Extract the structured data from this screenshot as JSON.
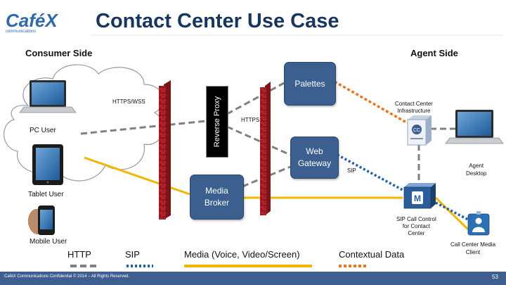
{
  "header": {
    "logo": "CaféX",
    "logo_sub": "communications",
    "title": "Contact Center Use Case"
  },
  "sides": {
    "consumer": "Consumer Side",
    "agent": "Agent Side"
  },
  "consumer": {
    "pc": "PC User",
    "tablet": "Tablet User",
    "mobile": "Mobile User"
  },
  "links": {
    "https_wss": "HTTPS/WSS",
    "https": "HTTPS",
    "sip": "SIP"
  },
  "nodes": {
    "proxy": "Reverse Proxy",
    "palettes": "Palettes",
    "gateway_1": "Web",
    "gateway_2": "Gateway",
    "broker_1": "Media",
    "broker_2": "Broker"
  },
  "agent": {
    "cc_infra_1": "Contact Center",
    "cc_infra_2": "Infrastructure",
    "desktop_1": "Agent",
    "desktop_2": "Desktop",
    "sip_cc_1": "SIP Call Control",
    "sip_cc_2": "for Contact",
    "sip_cc_3": "Center",
    "media_client_1": "Call Center Media",
    "media_client_2": "Client"
  },
  "legend": {
    "http": "HTTP",
    "sip": "SIP",
    "media": "Media (Voice, Video/Screen)",
    "contextual": "Contextual Data"
  },
  "colors": {
    "http": "#808080",
    "sip": "#1f5fae",
    "media": "#f2b600",
    "contextual": "#e87722",
    "node": "#3b5f8f"
  },
  "footer": {
    "confidential": "CaféX Communications Confidential © 2014 – All Rights Reserved.",
    "page": "53"
  }
}
